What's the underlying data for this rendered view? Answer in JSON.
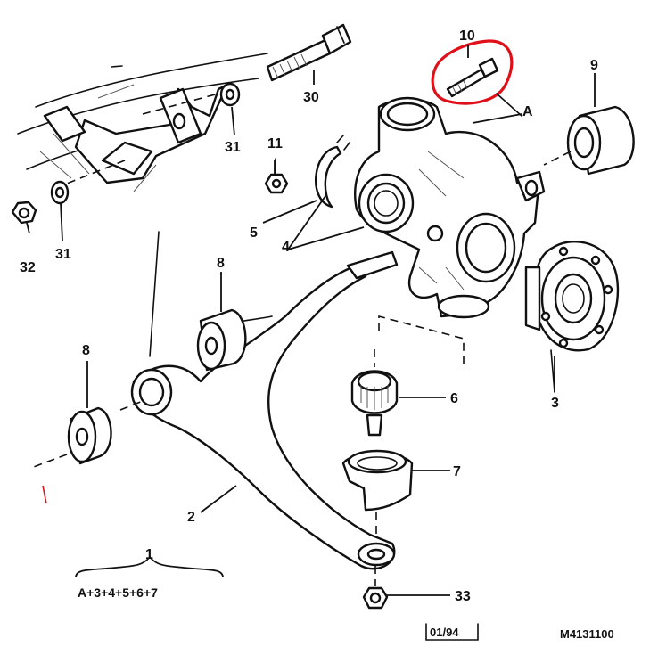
{
  "callouts": [
    {
      "id": "c10",
      "text": "10"
    },
    {
      "id": "cA",
      "text": "A"
    },
    {
      "id": "c9",
      "text": "9"
    },
    {
      "id": "c30",
      "text": "30"
    },
    {
      "id": "c31a",
      "text": "31"
    },
    {
      "id": "c11",
      "text": "11"
    },
    {
      "id": "c5",
      "text": "5"
    },
    {
      "id": "c4",
      "text": "4"
    },
    {
      "id": "c32",
      "text": "32"
    },
    {
      "id": "c31b",
      "text": "31"
    },
    {
      "id": "c8a",
      "text": "8"
    },
    {
      "id": "c8b",
      "text": "8"
    },
    {
      "id": "c6",
      "text": "6"
    },
    {
      "id": "c3",
      "text": "3"
    },
    {
      "id": "c7",
      "text": "7"
    },
    {
      "id": "c2",
      "text": "2"
    },
    {
      "id": "c33",
      "text": "33"
    },
    {
      "id": "c1",
      "text": "1"
    }
  ],
  "kit_formula": "A+3+4+5+6+7",
  "footer": {
    "date_code": "01/94",
    "reference": "M4131100"
  },
  "highlight": {
    "target": "10",
    "color": "#e0101a"
  }
}
